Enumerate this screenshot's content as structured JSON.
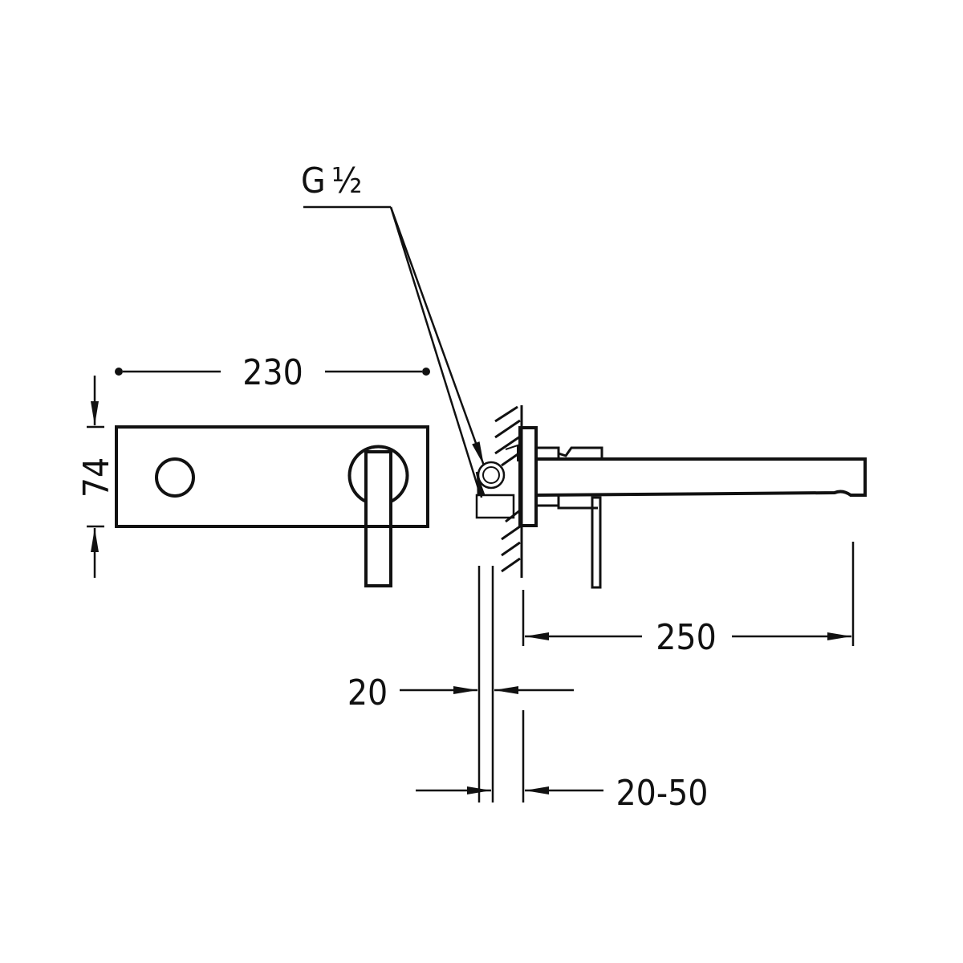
{
  "drawing": {
    "thread_label": "G",
    "thread_fraction": "½",
    "dimensions": {
      "width": "230",
      "height": "74",
      "spout_projection": "250",
      "plate_thickness": "20",
      "wall_range": "20-50"
    }
  },
  "colors": {
    "ink": "#111111",
    "background": "#ffffff"
  }
}
